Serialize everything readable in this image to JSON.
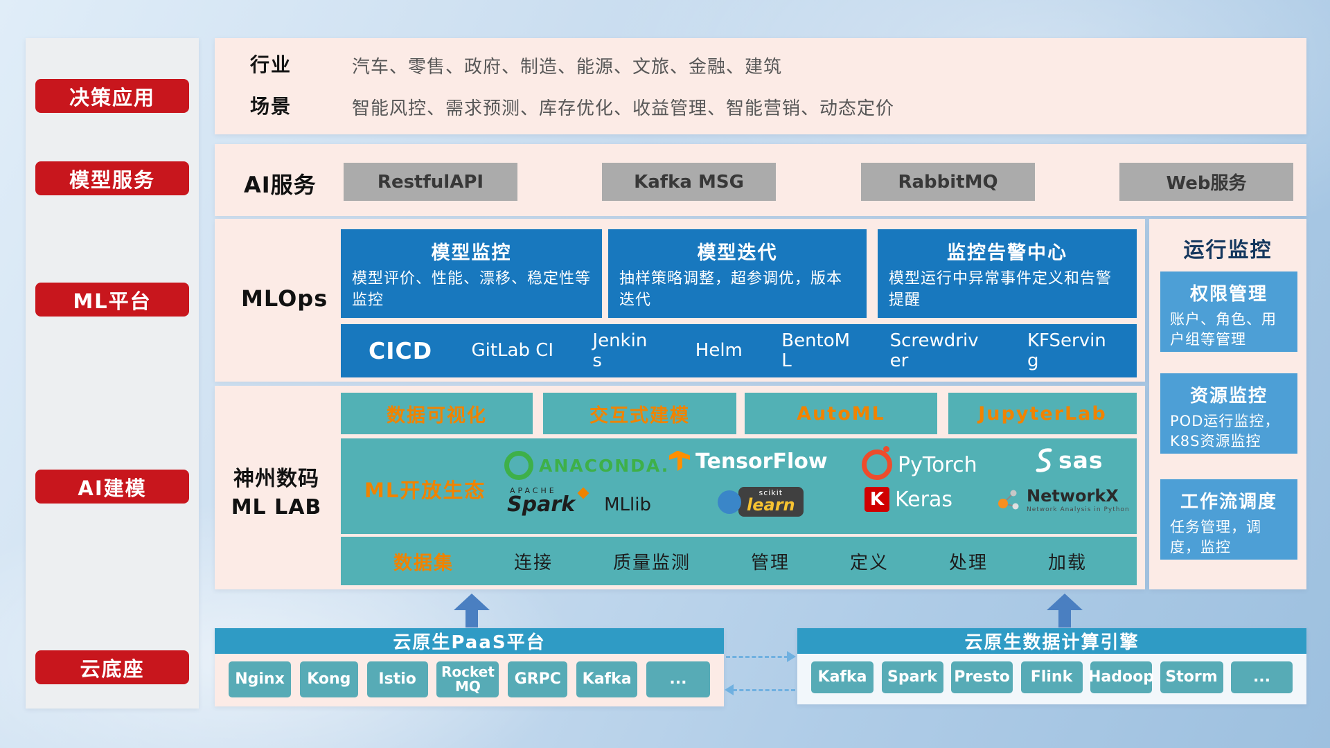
{
  "colors": {
    "red": "#c8161d",
    "pink_panel": "#fcebe6",
    "blue_card": "#1878be",
    "light_blue_card": "#4d9fd6",
    "teal": "#52b1b5",
    "orange_accent": "#f08300",
    "bottom_bar_blue": "#2f9bc5",
    "chip_teal": "#57abb6",
    "gray_button": "#ababab",
    "arrow_blue": "#4a7fc1"
  },
  "sidebar": {
    "items": [
      {
        "label": "决策应用"
      },
      {
        "label": "模型服务"
      },
      {
        "label": "ML平台"
      },
      {
        "label": "AI建模"
      },
      {
        "label": "云底座"
      }
    ]
  },
  "industry": {
    "label": "行业",
    "text": "汽车、零售、政府、制造、能源、文旅、金融、建筑"
  },
  "scene": {
    "label": "场景",
    "text": "智能风控、需求预测、库存优化、收益管理、智能营销、动态定价"
  },
  "ai_service": {
    "label": "AI服务",
    "buttons": [
      {
        "label": "RestfulAPI"
      },
      {
        "label": "Kafka MSG"
      },
      {
        "label": "RabbitMQ"
      },
      {
        "label": "Web服务"
      }
    ]
  },
  "mlops": {
    "label": "MLOps",
    "cards": [
      {
        "title": "模型监控",
        "desc": "模型评价、性能、漂移、稳定性等监控"
      },
      {
        "title": "模型迭代",
        "desc": "抽样策略调整，超参调优，版本迭代"
      },
      {
        "title": "监控告警中心",
        "desc": "模型运行中异常事件定义和告警提醒"
      }
    ],
    "cicd_label": "CICD",
    "cicd_items": [
      {
        "label": "GitLab CI"
      },
      {
        "label": "Jenkins"
      },
      {
        "label": "Helm"
      },
      {
        "label": "BentoML"
      },
      {
        "label": "Screwdriver"
      },
      {
        "label": "KFServing"
      }
    ]
  },
  "monitor": {
    "title": "运行监控",
    "cards": [
      {
        "title": "权限管理",
        "desc": "账户、角色、用户组等管理"
      },
      {
        "title": "资源监控",
        "desc": "POD运行监控，K8S资源监控"
      },
      {
        "title": "工作流调度",
        "desc": "任务管理，调度，监控"
      }
    ]
  },
  "mllab": {
    "label_line1": "神州数码",
    "label_line2": "ML LAB",
    "top_buttons": [
      {
        "label": "数据可视化"
      },
      {
        "label": "交互式建模"
      },
      {
        "label": "AutoML"
      },
      {
        "label": "JupyterLab"
      }
    ],
    "eco_label": "ML开放生态",
    "logos": {
      "anaconda": "ANACONDA.",
      "tensorflow": "TensorFlow",
      "pytorch": "PyTorch",
      "sas": "sas",
      "spark_apache": "APACHE",
      "spark": "Spark",
      "mllib": "MLlib",
      "scikit": "scikit",
      "learn": "learn",
      "keras_k": "K",
      "keras": "Keras",
      "networkx": "NetworkX",
      "networkx_tag": "Network Analysis in Python"
    },
    "data_bar": {
      "first": "数据集",
      "items": [
        {
          "label": "连接"
        },
        {
          "label": "质量监测"
        },
        {
          "label": "管理"
        },
        {
          "label": "定义"
        },
        {
          "label": "处理"
        },
        {
          "label": "加载"
        }
      ]
    }
  },
  "bottom": {
    "left": {
      "title": "云原生PaaS平台",
      "buttons": [
        {
          "label": "Nginx"
        },
        {
          "label": "Kong"
        },
        {
          "label": "Istio"
        },
        {
          "label": "RocketMQ"
        },
        {
          "label": "GRPC"
        },
        {
          "label": "Kafka"
        },
        {
          "label": "..."
        }
      ]
    },
    "right": {
      "title": "云原生数据计算引擎",
      "buttons": [
        {
          "label": "Kafka"
        },
        {
          "label": "Spark"
        },
        {
          "label": "Presto"
        },
        {
          "label": "Flink"
        },
        {
          "label": "Hadoop"
        },
        {
          "label": "Storm"
        },
        {
          "label": "..."
        }
      ]
    }
  }
}
